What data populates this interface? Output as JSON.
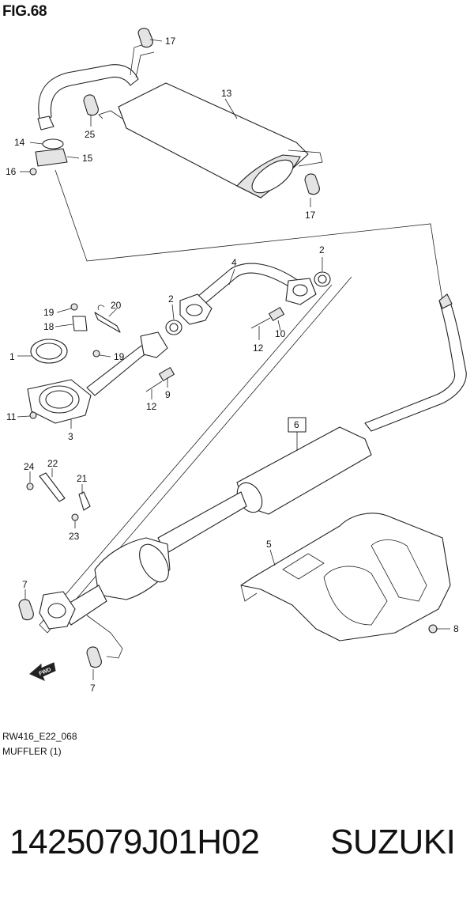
{
  "figure": {
    "title": "FIG.68",
    "reference_code": "RW416_E22_068",
    "section_name": "MUFFLER (1)"
  },
  "footer": {
    "part_number": "1425079J01H02",
    "brand": "SUZUKI"
  },
  "fwd_label": "FWD",
  "highlight_color": "#e08a9a",
  "callouts": [
    {
      "id": "17-top",
      "label": "17"
    },
    {
      "id": "13",
      "label": "13"
    },
    {
      "id": "25",
      "label": "25"
    },
    {
      "id": "14",
      "label": "14"
    },
    {
      "id": "15",
      "label": "15"
    },
    {
      "id": "16",
      "label": "16"
    },
    {
      "id": "17-right",
      "label": "17"
    },
    {
      "id": "4",
      "label": "4"
    },
    {
      "id": "2-right",
      "label": "2"
    },
    {
      "id": "2-left",
      "label": "2"
    },
    {
      "id": "19-top",
      "label": "19"
    },
    {
      "id": "20",
      "label": "20"
    },
    {
      "id": "18",
      "label": "18"
    },
    {
      "id": "10",
      "label": "10"
    },
    {
      "id": "12-right",
      "label": "12"
    },
    {
      "id": "1",
      "label": "1"
    },
    {
      "id": "19-bottom",
      "label": "19"
    },
    {
      "id": "9",
      "label": "9"
    },
    {
      "id": "12-left",
      "label": "12"
    },
    {
      "id": "11",
      "label": "11"
    },
    {
      "id": "3",
      "label": "3"
    },
    {
      "id": "6",
      "label": "6"
    },
    {
      "id": "24",
      "label": "24"
    },
    {
      "id": "22",
      "label": "22"
    },
    {
      "id": "21",
      "label": "21"
    },
    {
      "id": "23",
      "label": "23"
    },
    {
      "id": "5",
      "label": "5"
    },
    {
      "id": "7-left",
      "label": "7"
    },
    {
      "id": "8",
      "label": "8"
    },
    {
      "id": "7-bottom",
      "label": "7"
    }
  ]
}
